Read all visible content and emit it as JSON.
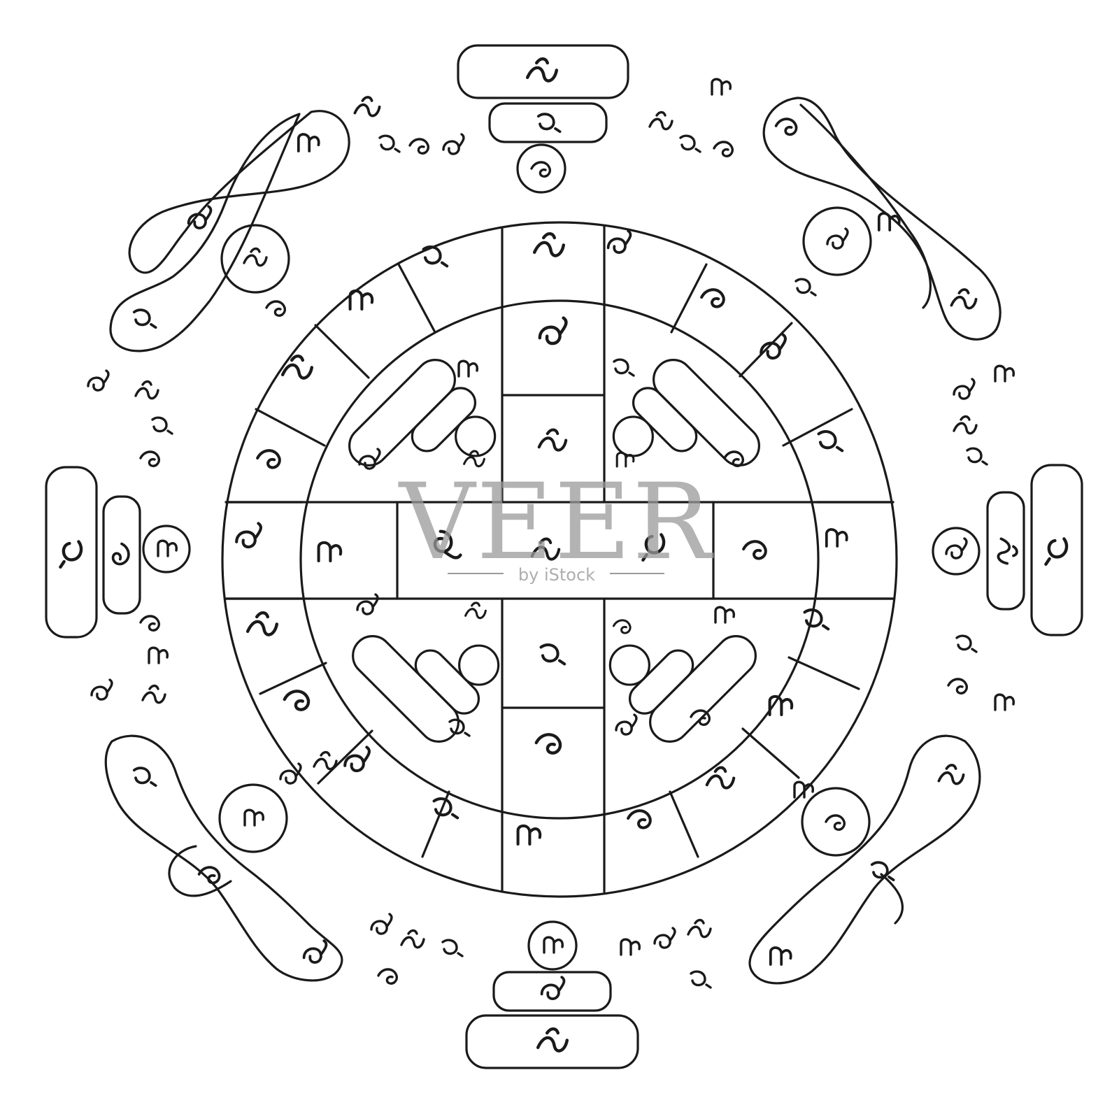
{
  "figure": {
    "kind": "Yantra",
    "ink_color": "#1a1a1a",
    "background": "#ffffff",
    "script_style": "handwritten sacred script"
  },
  "watermark": {
    "brand": "VEER",
    "sub": "by iStock",
    "color": "#9a9a9a"
  }
}
